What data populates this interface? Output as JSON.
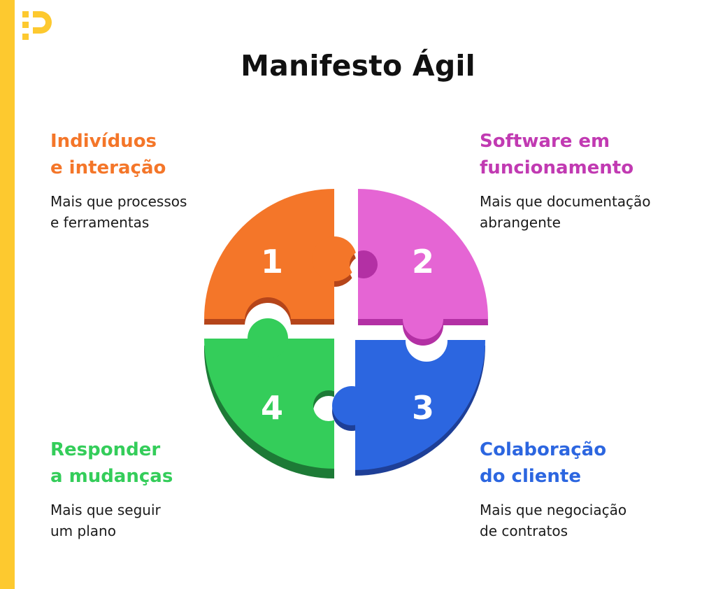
{
  "title": "Manifesto Ágil",
  "colors": {
    "brand_yellow": "#FDC92F",
    "orange": "#F47629",
    "magenta": "#E565D4",
    "blue": "#2C66E0",
    "green": "#34CD5A"
  },
  "pieces": [
    {
      "number": "1",
      "heading": "Indivíduos\ne interação",
      "description": "Mais que processos\ne ferramentas",
      "color": "#F47629"
    },
    {
      "number": "2",
      "heading": "Software em\nfuncionamento",
      "description": "Mais que documentação\nabrangente",
      "color": "#C13AB2"
    },
    {
      "number": "3",
      "heading": "Colaboração\ndo cliente",
      "description": "Mais que negociação\nde contratos",
      "color": "#2C66E0"
    },
    {
      "number": "4",
      "heading": "Responder\na mudanças",
      "description": "Mais que seguir\num plano",
      "color": "#34CD5A"
    }
  ]
}
